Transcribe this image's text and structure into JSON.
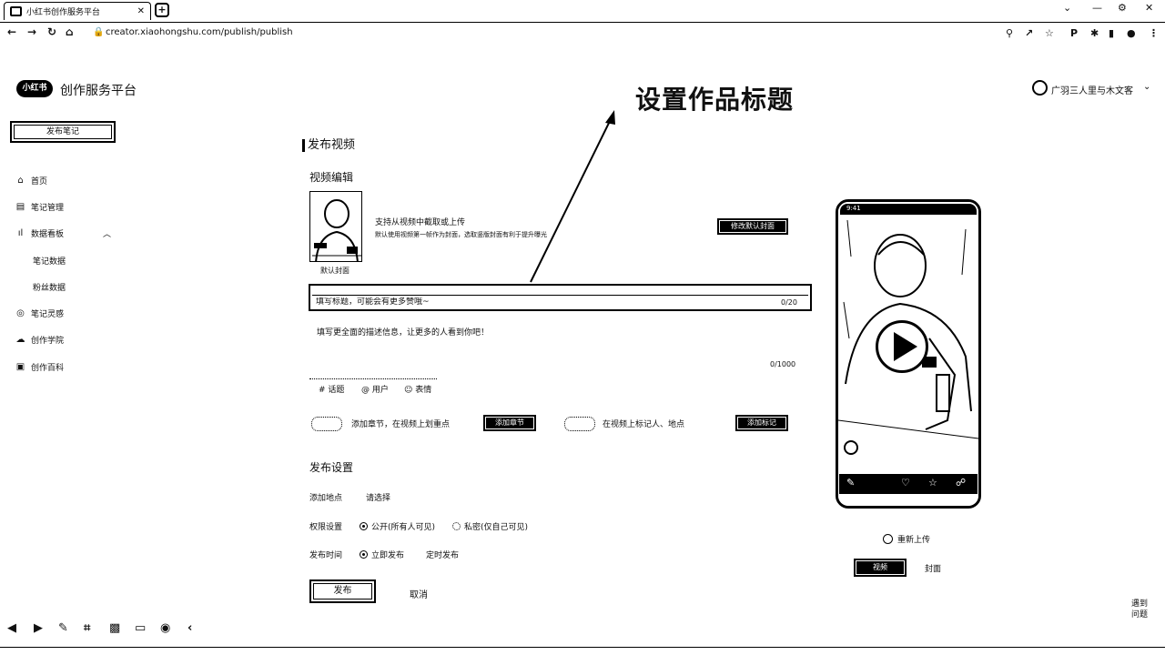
{
  "browser": {
    "tab_title": "小红书创作服务平台",
    "url": "creator.xiaohongshu.com/publish/publish"
  },
  "logo": {
    "badge": "小红书",
    "platform_name": "创作服务平台"
  },
  "sidebar": {
    "publish_button": "发布笔记",
    "items": [
      {
        "label": "首页",
        "icon": "home-icon"
      },
      {
        "label": "笔记管理",
        "icon": "note-icon"
      },
      {
        "label": "数据看板",
        "icon": "chart-icon"
      },
      {
        "label": "笔记灵感",
        "icon": "bulb-icon"
      },
      {
        "label": "创作学院",
        "icon": "cloud-icon"
      },
      {
        "label": "创作百科",
        "icon": "book-icon"
      }
    ],
    "sub_items": [
      "笔记数据",
      "粉丝数据"
    ]
  },
  "annotation": "设置作品标题",
  "user": {
    "name": "广羽三人里与木文客"
  },
  "main": {
    "section_title": "发布视频",
    "edit_title": "视频编辑",
    "cover_label": "默认封面",
    "upload_title": "支持从视频中截取或上传",
    "upload_desc": "默认使用视频第一帧作为封面，选取竖版封面有利于提升曝光",
    "edit_cover_button": "修改默认封面",
    "title_placeholder": "填写标题，可能会有更多赞哦~",
    "title_count": "0/20",
    "desc_placeholder": "填写更全面的描述信息，让更多的人看到你吧！",
    "desc_count": "0/1000",
    "chips": [
      "# 话题",
      "@ 用户",
      "☺ 表情"
    ],
    "chapter_text": "添加章节，在视频上划重点",
    "chapter_button": "添加章节",
    "mark_text": "在视频上标记人、地点",
    "mark_button": "添加标记"
  },
  "publish_settings": {
    "title": "发布设置",
    "location_label": "添加地点",
    "location_value": "请选择",
    "visibility_label": "权限设置",
    "visibility_public": "公开(所有人可见)",
    "visibility_private": "私密(仅自己可见)",
    "time_label": "发布时间",
    "time_now": "立即发布",
    "time_scheduled": "定时发布",
    "publish_button": "发布",
    "cancel_button": "取消"
  },
  "preview": {
    "time": "9:41",
    "reupload": "重新上传",
    "tab_video": "视频",
    "tab_cover": "封面"
  },
  "help": {
    "line1": "遇到",
    "line2": "问题"
  }
}
